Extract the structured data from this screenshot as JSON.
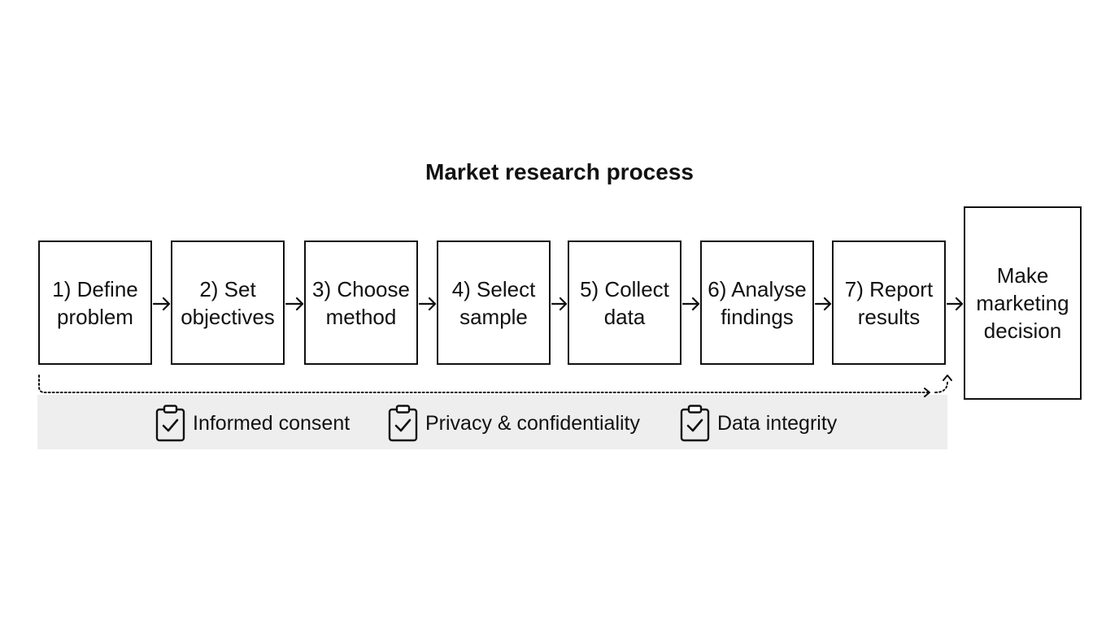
{
  "diagram": {
    "title": "Market research process",
    "steps": [
      {
        "label": "1) Define\nproblem"
      },
      {
        "label": "2) Set\nobjectives"
      },
      {
        "label": "3) Choose\nmethod"
      },
      {
        "label": "4) Select\nsample"
      },
      {
        "label": "5) Collect\ndata"
      },
      {
        "label": "6) Analyse\nfindings"
      },
      {
        "label": "7) Report\nresults"
      }
    ],
    "decision": {
      "label": "Make\nmarketing\ndecision"
    },
    "ethics": [
      {
        "label": "Informed consent",
        "icon": "clipboard-check-icon"
      },
      {
        "label": "Privacy & confidentiality",
        "icon": "clipboard-check-icon"
      },
      {
        "label": "Data integrity",
        "icon": "clipboard-check-icon"
      }
    ]
  }
}
